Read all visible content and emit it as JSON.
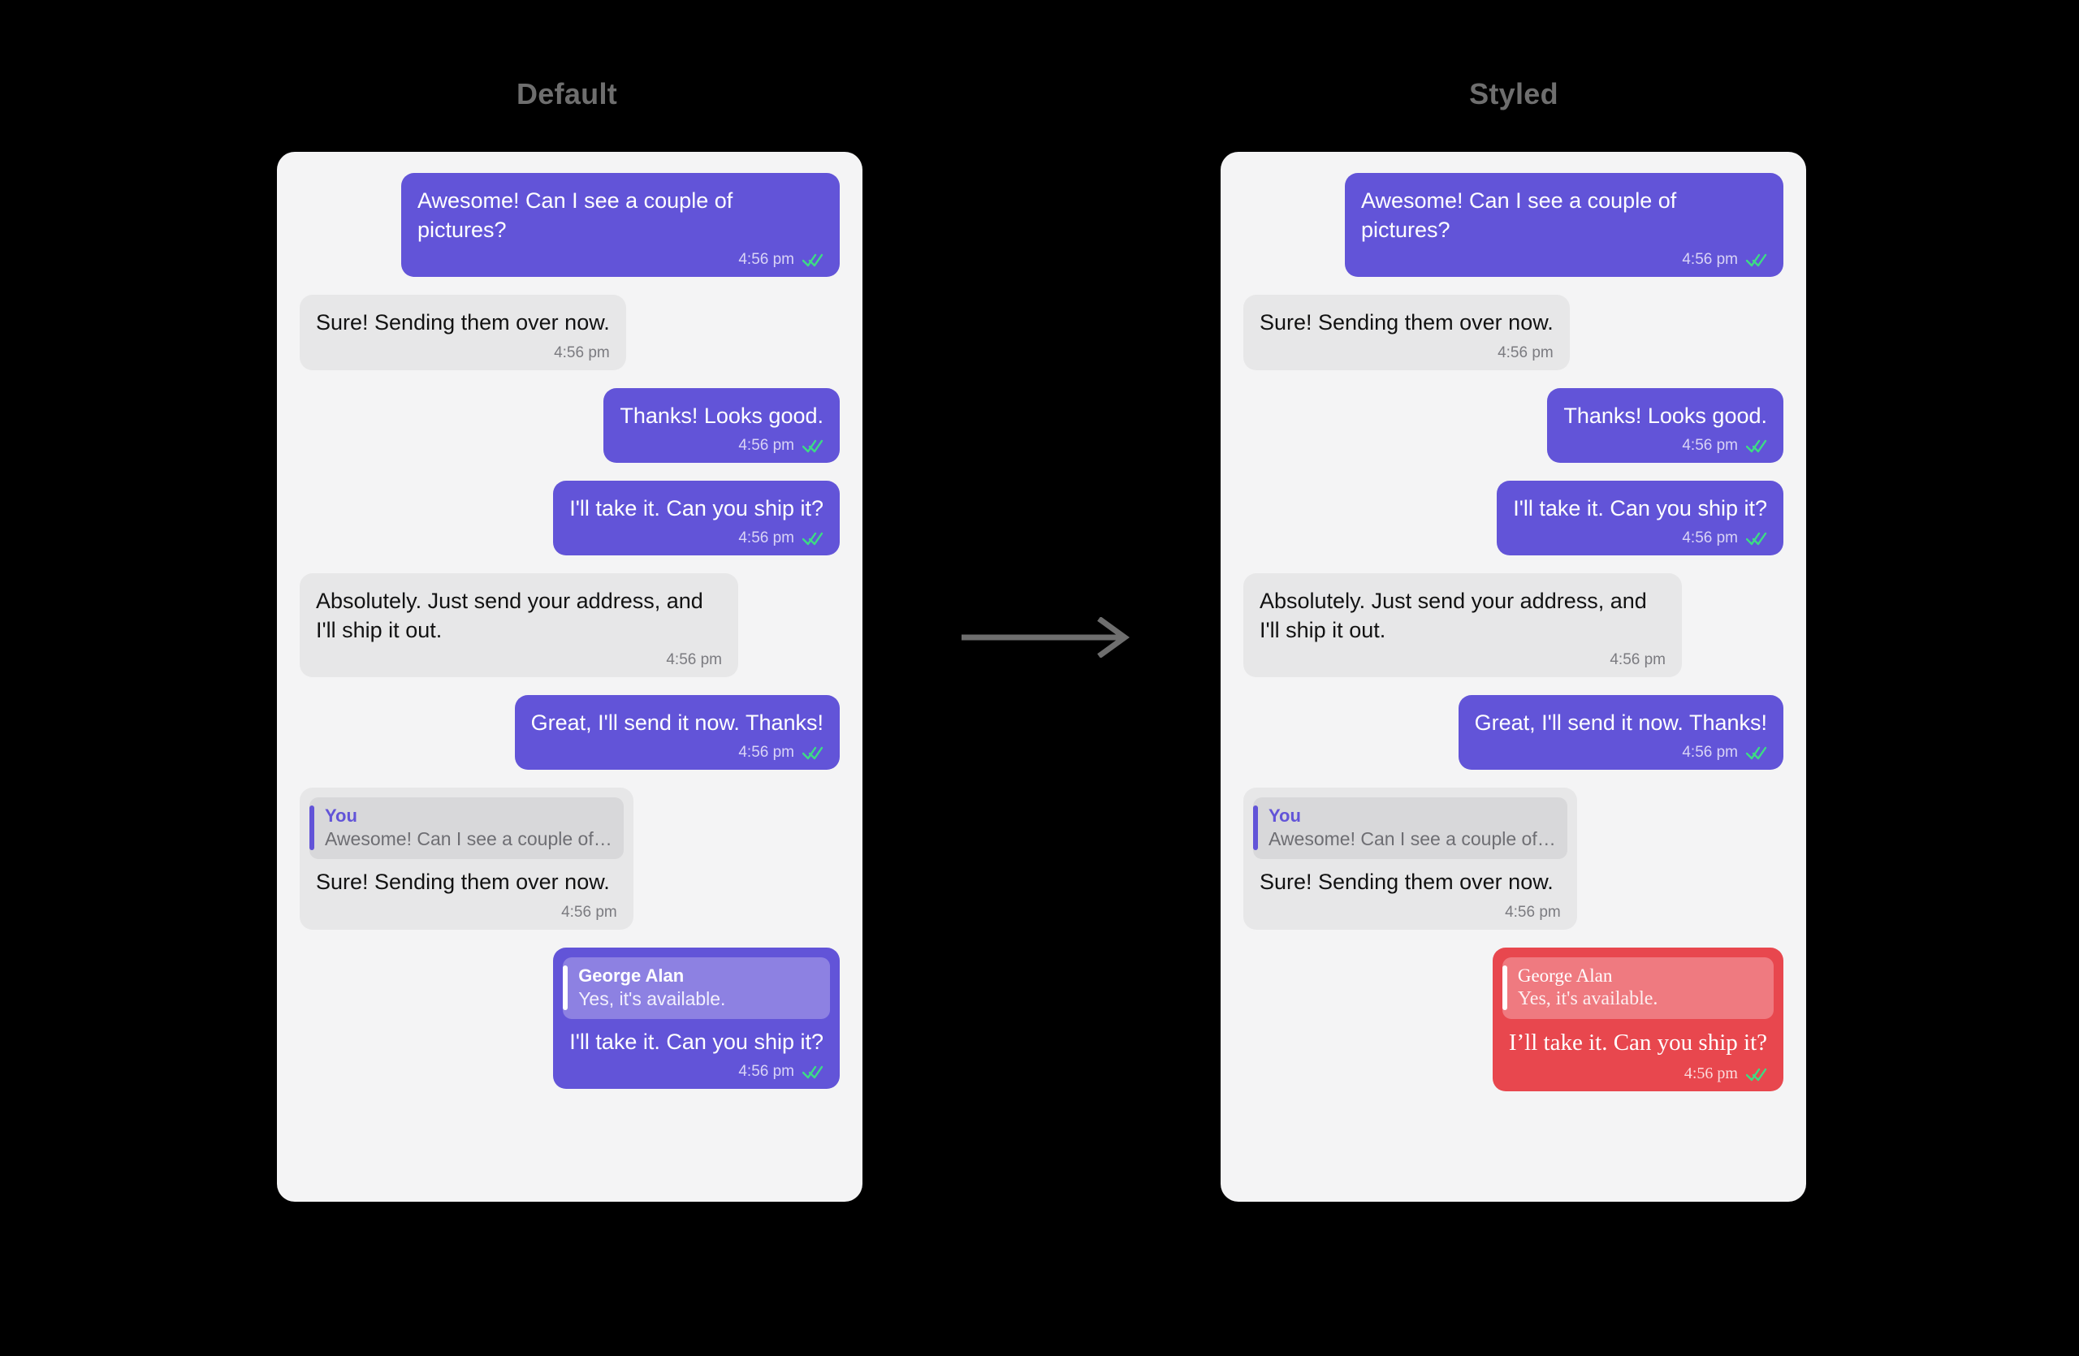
{
  "columns": {
    "left_title": "Default",
    "right_title": "Styled"
  },
  "arrow": {
    "icon": "arrow-right-icon",
    "color": "#6e6e6e"
  },
  "colors": {
    "background": "#000000",
    "panel": "#f4f4f5",
    "outgoing": "#6254d8",
    "incoming": "#e7e7e8",
    "danger": "#e8474e",
    "tick": "#3ddc84",
    "title": "#6e6e6e"
  },
  "labels": {
    "read_ticks": "double-check-read-icon"
  },
  "messages": [
    {
      "id": "m1",
      "direction": "out",
      "text": "Awesome! Can I see a couple of pictures?",
      "time": "4:56 pm",
      "ticks": true
    },
    {
      "id": "m2",
      "direction": "in",
      "text": "Sure! Sending them over now.",
      "time": "4:56 pm",
      "ticks": false
    },
    {
      "id": "m3",
      "direction": "out",
      "text": "Thanks! Looks good.",
      "time": "4:56 pm",
      "ticks": true
    },
    {
      "id": "m4",
      "direction": "out",
      "text": "I'll take it. Can you ship it?",
      "time": "4:56 pm",
      "ticks": true
    },
    {
      "id": "m5",
      "direction": "in",
      "text": "Absolutely. Just send your address, and I'll ship it out.",
      "time": "4:56 pm",
      "ticks": false
    },
    {
      "id": "m6",
      "direction": "out",
      "text": "Great, I'll send it now. Thanks!",
      "time": "4:56 pm",
      "ticks": true
    },
    {
      "id": "m7",
      "direction": "in",
      "text": "Sure! Sending them over now.",
      "time": "4:56 pm",
      "ticks": false,
      "quote": {
        "name": "You",
        "text": "Awesome! Can I see a couple of…"
      }
    },
    {
      "id": "m8",
      "direction": "out",
      "text": "I'll take it. Can you ship it?",
      "time": "4:56 pm",
      "ticks": true,
      "quote": {
        "name": "George Alan",
        "text": "Yes, it's available."
      }
    }
  ],
  "styled_overrides": {
    "m8_variant": "danger",
    "m8_text": "I’ll take it. Can you ship it?",
    "m8_quote_name": "George Alan",
    "m8_quote_text": "Yes, it's available."
  }
}
